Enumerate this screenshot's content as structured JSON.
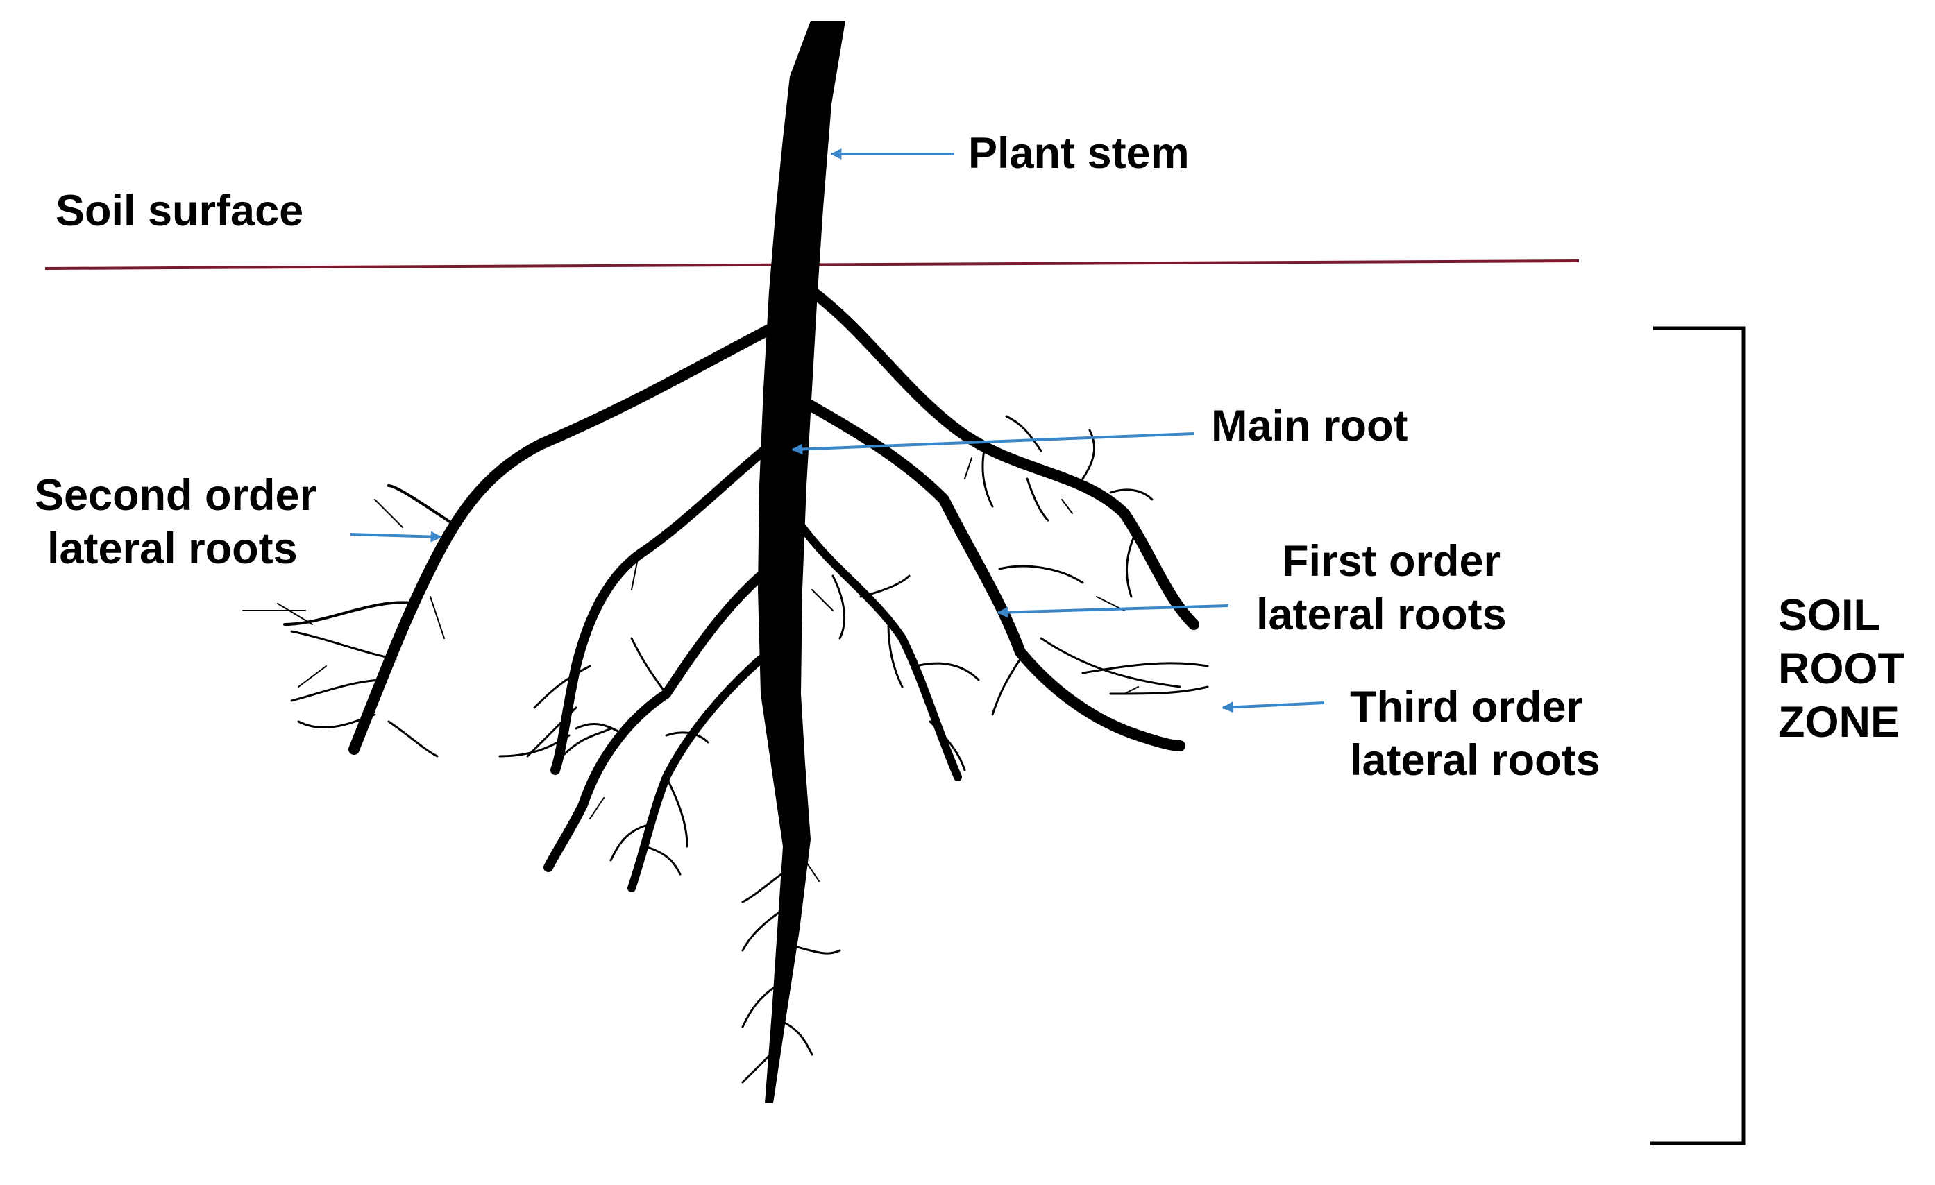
{
  "labels": {
    "plant_stem": "Plant stem",
    "soil_surface": "Soil surface",
    "main_root": "Main root",
    "second_order_line1": "Second order",
    "second_order_line2": "lateral roots",
    "first_order_line1": "First order",
    "first_order_line2": "lateral roots",
    "third_order_line1": "Third order",
    "third_order_line2": "lateral roots",
    "zone_line1": "SOIL",
    "zone_line2": "ROOT",
    "zone_line3": "ZONE"
  },
  "colors": {
    "root": "#000000",
    "soil_line": "#7a1a2e",
    "arrow": "#3b86c8",
    "bracket": "#000000"
  }
}
